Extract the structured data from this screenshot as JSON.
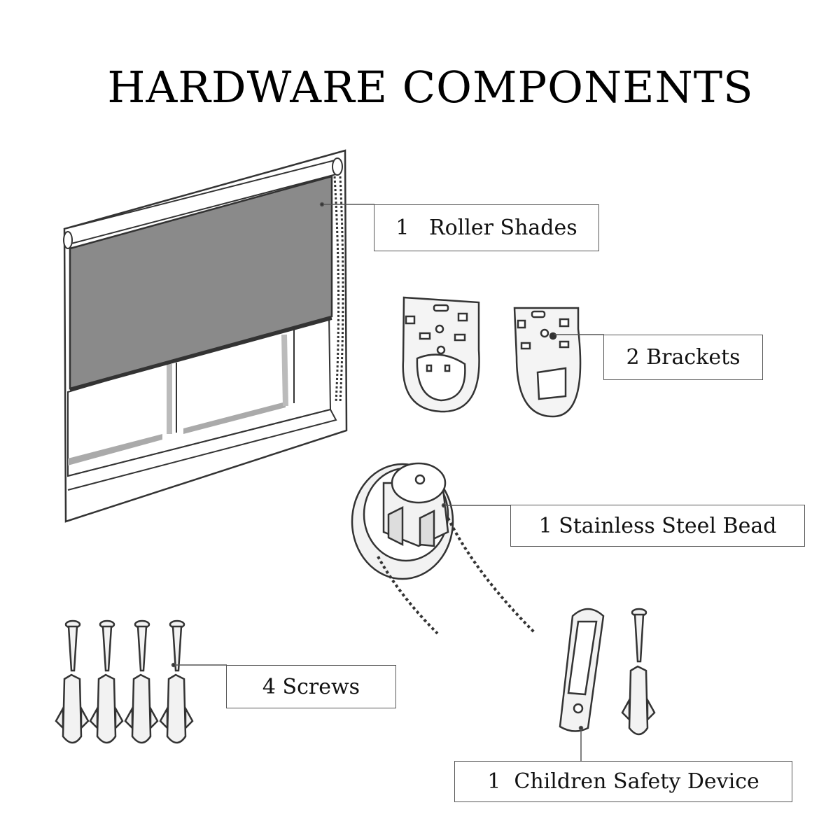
{
  "title": "HARDWARE COMPONENTS",
  "labels": {
    "roller_shades": "1   Roller Shades",
    "brackets": "2 Brackets",
    "bead": "1 Stainless Steel Bead",
    "screws": "4 Screws",
    "safety": "1  Children Safety Device"
  },
  "colors": {
    "line": "#333333",
    "shade_fill": "#8a8a8a",
    "light_fill": "#e6e6e6",
    "part_fill": "#f2f2f2"
  }
}
